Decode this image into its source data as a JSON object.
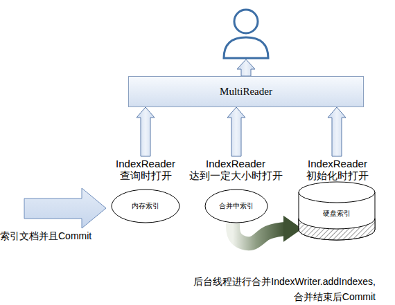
{
  "diagram": {
    "nodes": [
      {
        "text": [
          "MultiReader"
        ]
      },
      {
        "text": [
          "内存索引"
        ]
      },
      {
        "text": [
          "合并中索引"
        ]
      },
      {
        "text": [
          "硬盘索引"
        ]
      }
    ],
    "edges": [
      {
        "from": 1,
        "to": 0,
        "arrow": "to",
        "label": "IndexReader 查询时打开"
      },
      {
        "from": 2,
        "to": 0,
        "arrow": "to",
        "label": "IndexReader 达到一定大小时打开"
      },
      {
        "from": 3,
        "to": 0,
        "arrow": "to",
        "label": "IndexReader 初始化时打开"
      },
      {
        "from": 2,
        "to": 3,
        "arrow": "to",
        "label": "后台线程进行合并IndexWriter.addIndexes, 合并结束后Commit"
      }
    ],
    "labels": [
      "索引文档并且Commit"
    ]
  }
}
